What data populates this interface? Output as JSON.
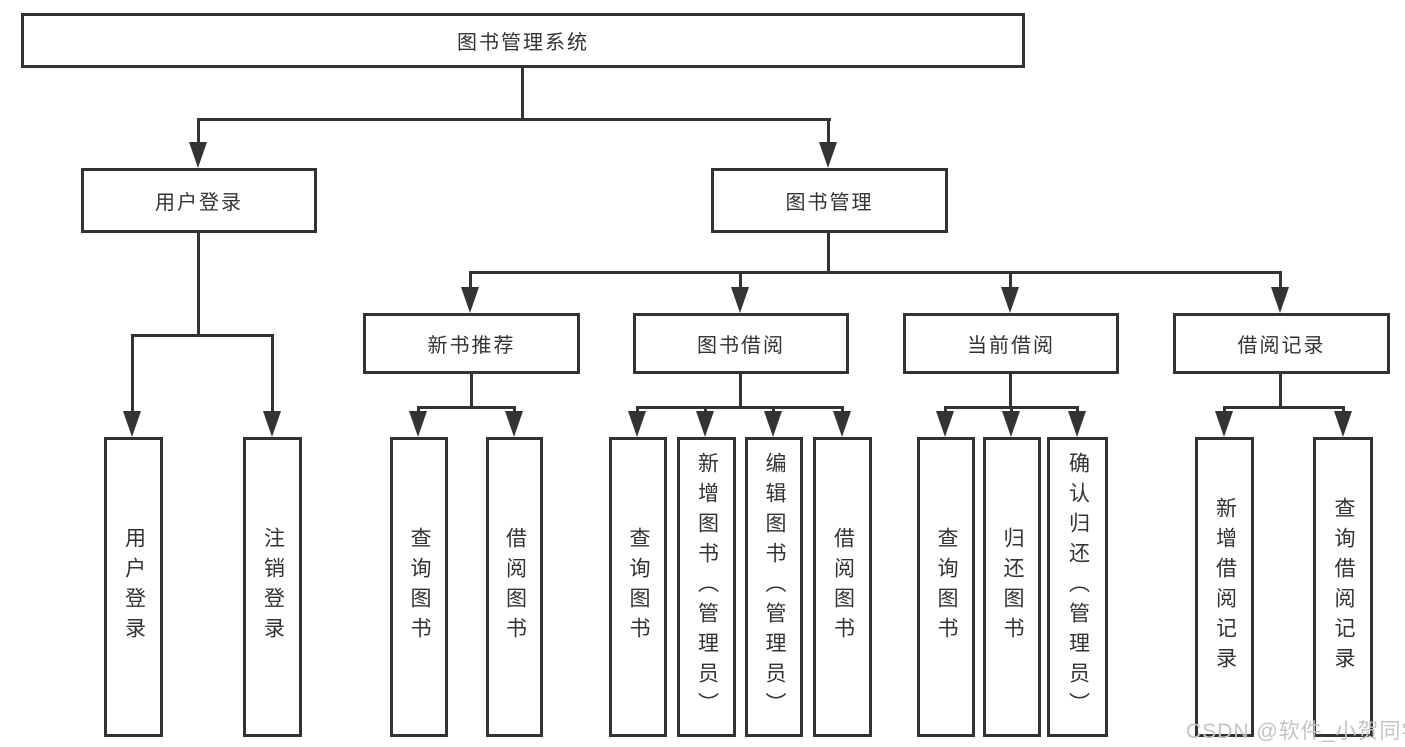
{
  "colors": {
    "line": "#333333",
    "text": "#333333",
    "background": "#ffffff",
    "watermark": "#c4c4c4"
  },
  "watermark": {
    "text": "CSDN @软件_小贺同学"
  },
  "tree": {
    "label": "图书管理系统",
    "children": [
      {
        "label": "用户登录",
        "children": [
          {
            "label": "用户登录"
          },
          {
            "label": "注销登录"
          }
        ]
      },
      {
        "label": "图书管理",
        "children": [
          {
            "label": "新书推荐",
            "children": [
              {
                "label": "查询图书"
              },
              {
                "label": "借阅图书"
              }
            ]
          },
          {
            "label": "图书借阅",
            "children": [
              {
                "label": "查询图书"
              },
              {
                "label": "新增图书（管理员）"
              },
              {
                "label": "编辑图书（管理员）"
              },
              {
                "label": "借阅图书"
              }
            ]
          },
          {
            "label": "当前借阅",
            "children": [
              {
                "label": "查询图书"
              },
              {
                "label": "归还图书"
              },
              {
                "label": "确认归还（管理员）"
              }
            ]
          },
          {
            "label": "借阅记录",
            "children": [
              {
                "label": "新增借阅记录"
              },
              {
                "label": "查询借阅记录"
              }
            ]
          }
        ]
      }
    ]
  }
}
